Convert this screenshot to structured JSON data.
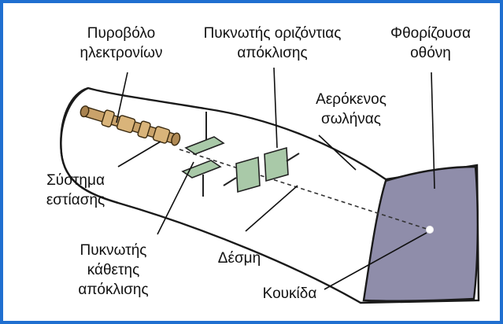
{
  "labels": {
    "electron_gun": [
      "Πυροβόλο",
      "ηλεκτρονίων"
    ],
    "horizontal_plates": [
      "Πυκνωτής οριζόντιας",
      "απόκλισης"
    ],
    "screen": [
      "Φθορίζουσα",
      "οθόνη"
    ],
    "vacuum_tube": [
      "Αερόκενος",
      "σωλήνας"
    ],
    "focus_system": [
      "Σύστημα",
      "εστίασης"
    ],
    "vertical_plates": [
      "Πυκνωτής",
      "κάθετης",
      "απόκλισης"
    ],
    "beam": "Δέσμη",
    "spot": "Κουκίδα"
  },
  "colors": {
    "border": "#1f6fd0",
    "screen_fill": "#8f8daa",
    "plate_fill": "#a9c9a8",
    "gun_fill": "#c9a26a"
  }
}
